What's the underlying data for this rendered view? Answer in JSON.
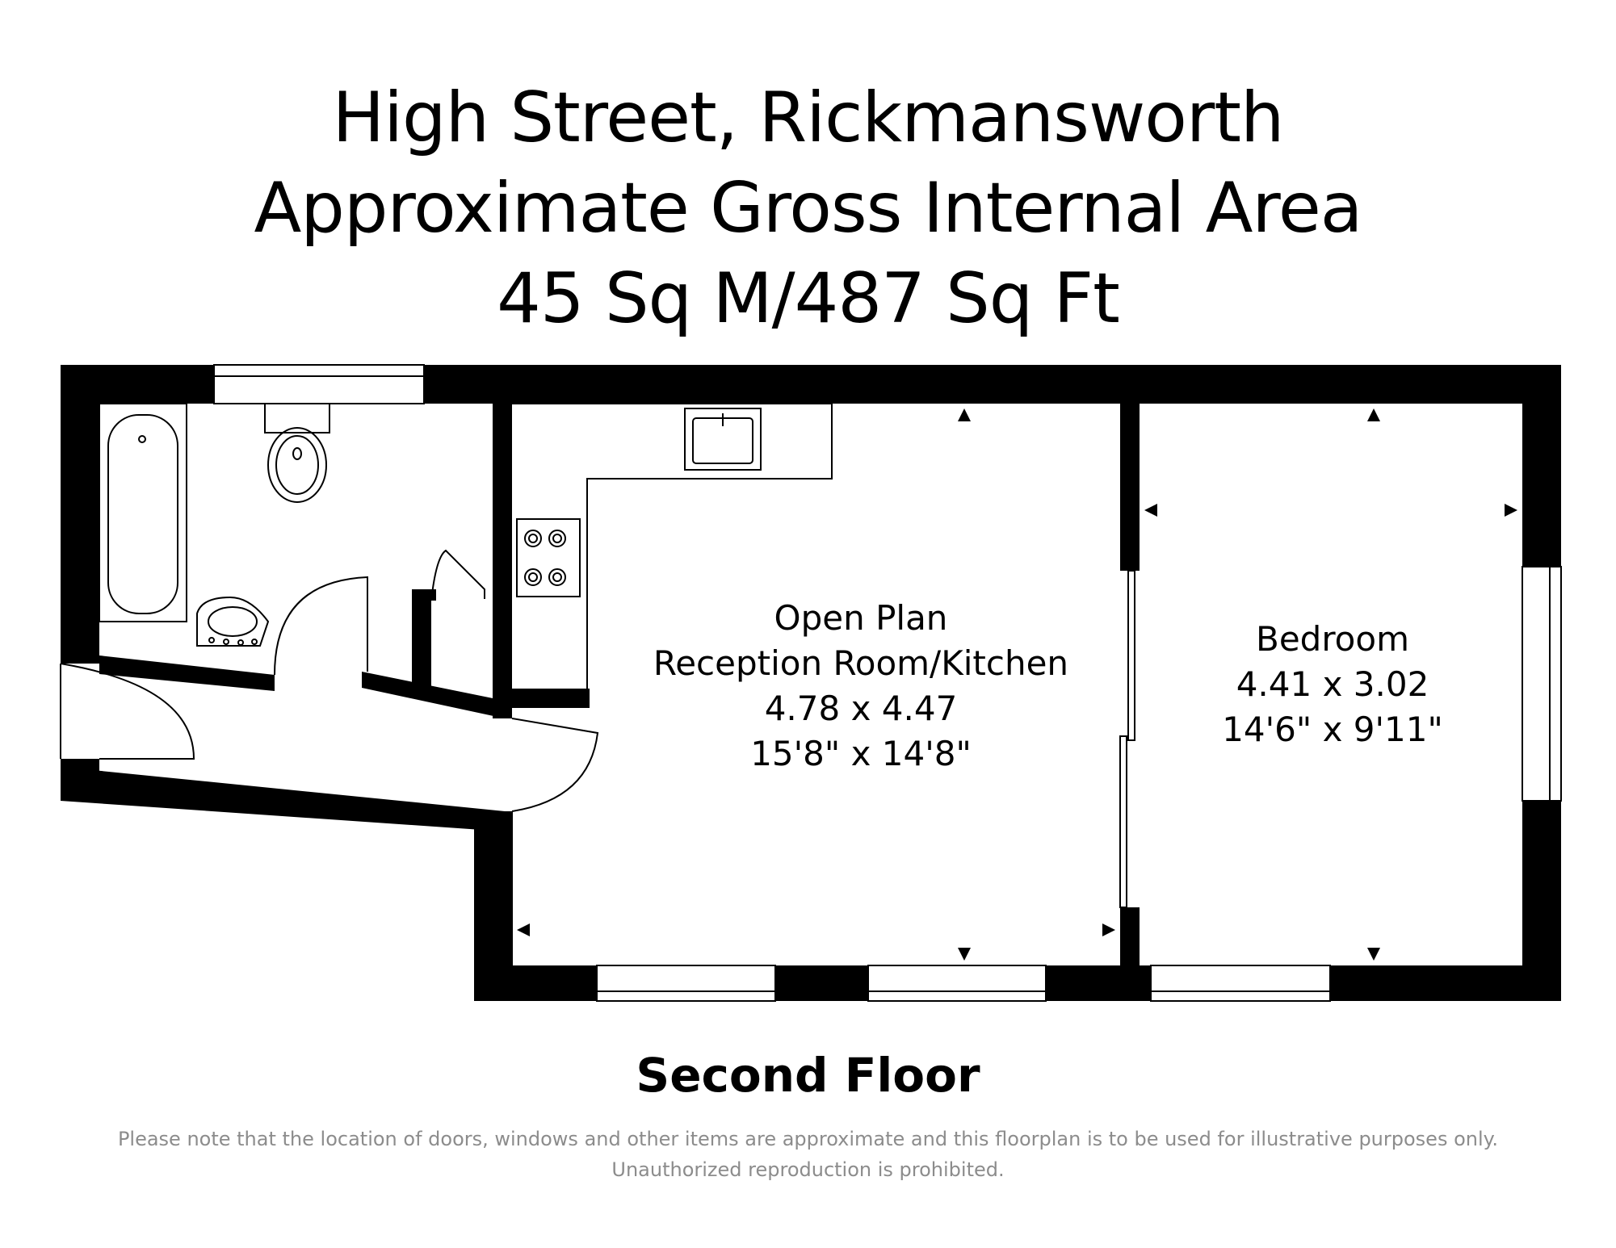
{
  "header": {
    "line1": "High Street, Rickmansworth",
    "line2": "Approximate Gross Internal Area",
    "line3": "45 Sq M/487 Sq Ft"
  },
  "rooms": {
    "reception": {
      "name1": "Open Plan",
      "name2": "Reception Room/Kitchen",
      "metric": "4.78 x 4.47",
      "imperial": "15'8\" x 14'8\""
    },
    "bedroom": {
      "name": "Bedroom",
      "metric": "4.41 x 3.02",
      "imperial": "14'6\" x 9'11\""
    }
  },
  "floor_name": "Second Floor",
  "disclaimer": "Please note that the location of doors, windows and other items are approximate and this floorplan is to be used for illustrative purposes only. Unauthorized reproduction is prohibited.",
  "colors": {
    "wall": "#000000",
    "text": "#000000",
    "disclaimer": "#8c8c8c"
  }
}
